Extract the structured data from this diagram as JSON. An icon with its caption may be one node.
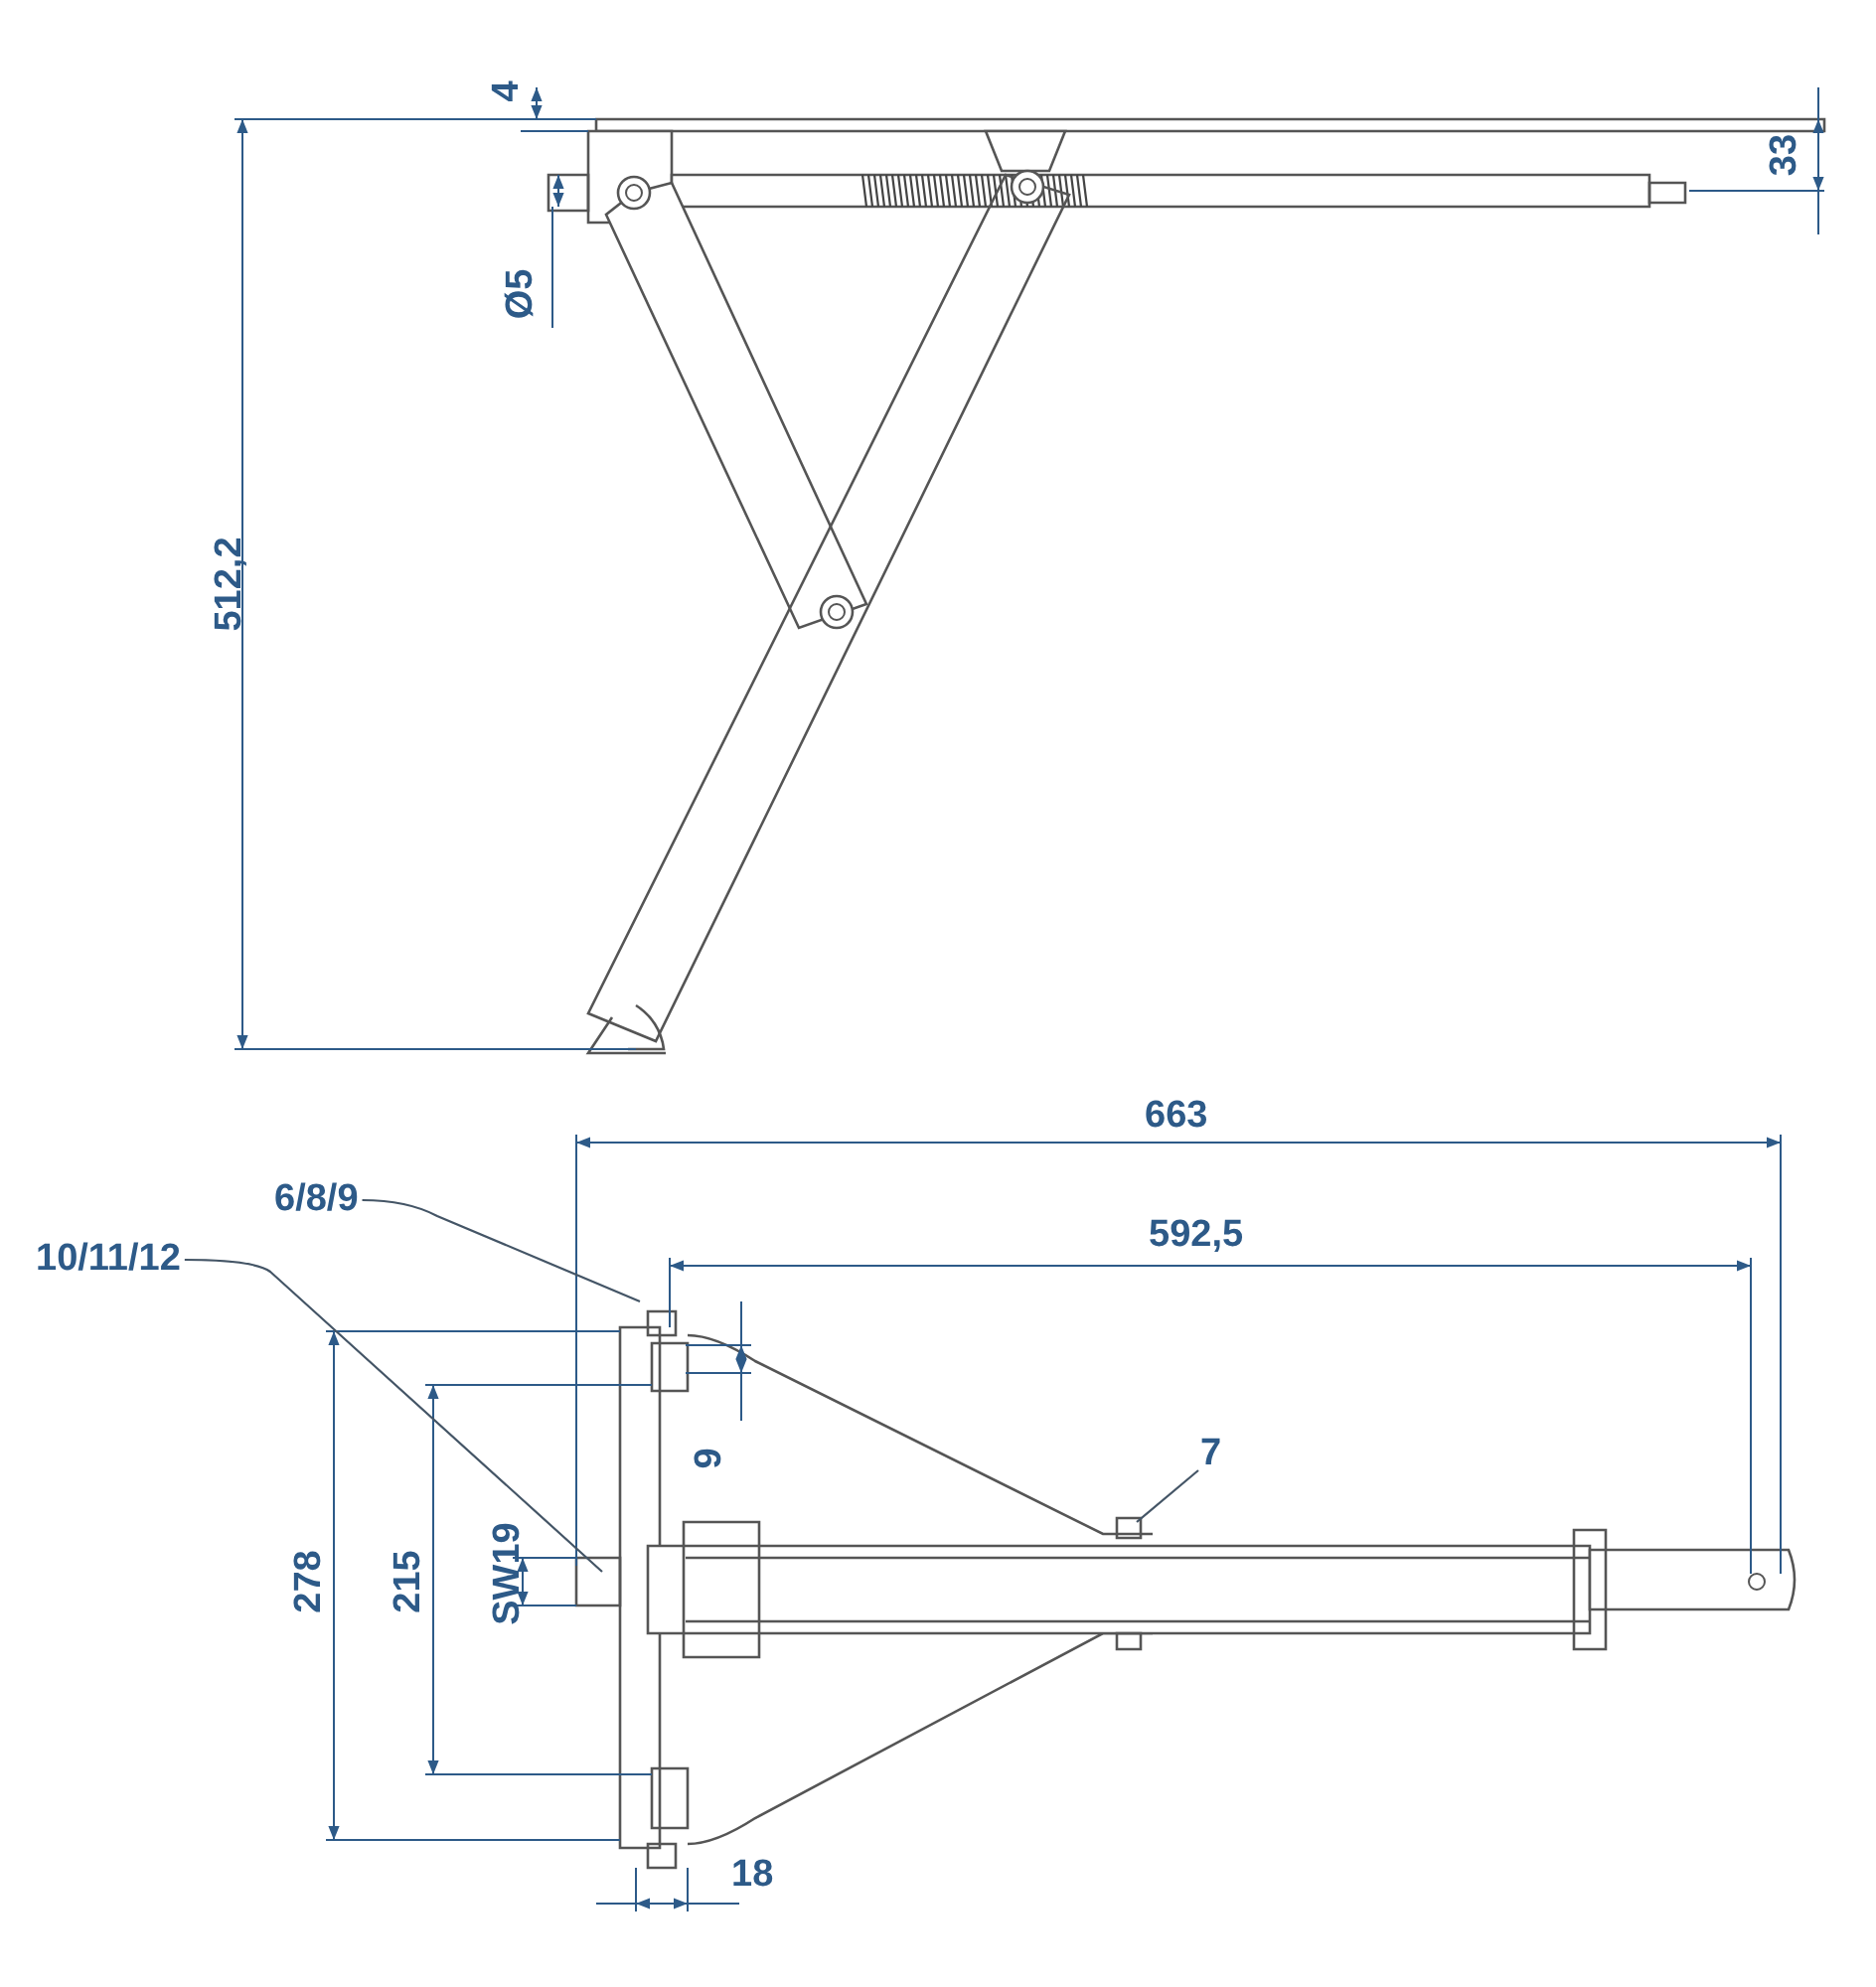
{
  "diagram": {
    "nodes": [
      {
        "text": [
          "6/8/9"
        ]
      },
      {
        "text": [
          "10/11/12"
        ]
      },
      {
        "text": [
          "7"
        ]
      }
    ],
    "edges": [
      {
        "from": 0,
        "to": null,
        "arrow": "none"
      },
      {
        "from": 1,
        "to": null,
        "arrow": "none"
      },
      {
        "from": 2,
        "to": null,
        "arrow": "none"
      }
    ],
    "labels": [
      "4",
      "33",
      "Ø5",
      "512,2",
      "663",
      "592,5",
      "9",
      "278",
      "215",
      "SW19",
      "18"
    ]
  }
}
